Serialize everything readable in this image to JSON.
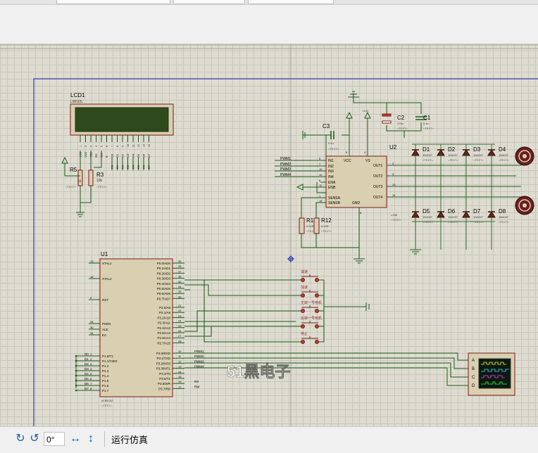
{
  "statusbar": {
    "rotation_value": "0°",
    "run_sim_label": "运行仿真"
  },
  "schematic": {
    "lcd": {
      "ref": "LCD1",
      "part": "LM016L",
      "text": "<TEXT>",
      "pins": [
        "VSS",
        "VDD",
        "VEE",
        "RS",
        "RW",
        "E",
        "D0",
        "D1",
        "D2",
        "D3",
        "D4",
        "D5",
        "D6",
        "D7"
      ],
      "pin_nums": [
        "1",
        "2",
        "3",
        "4",
        "5",
        "6",
        "7",
        "8",
        "9",
        "10",
        "11",
        "12",
        "13",
        "14"
      ]
    },
    "r5": {
      "ref": "R5",
      "value": "1k",
      "text": "<TEXT>"
    },
    "r3": {
      "ref": "R3",
      "value": "10k",
      "text": "<TEXT>"
    },
    "driver": {
      "ref": "U2",
      "part": "L298",
      "text": "<TEXT>",
      "left_pins": [
        "IN1",
        "IN2",
        "IN3",
        "IN4",
        "ENA",
        "ENB",
        "SENSA",
        "SENSB"
      ],
      "left_nums": [
        "5",
        "7",
        "10",
        "12",
        "6",
        "11",
        "1",
        "15"
      ],
      "top_pins": [
        "VCC",
        "VS"
      ],
      "right_pins": [
        "OUT1",
        "OUT2",
        "OUT3",
        "OUT4"
      ],
      "right_nums": [
        "2",
        "3",
        "13",
        "14"
      ],
      "gnd": "GND",
      "gnd_num": "8",
      "vcc_num": "9",
      "vs_num": "4"
    },
    "pwm_labels": [
      "PWM1",
      "PWM2",
      "PWM3",
      "PWM4"
    ],
    "v12": "+12V",
    "c1": {
      "ref": "C1",
      "value": "0.1u",
      "text": "<TEXT>"
    },
    "c2": {
      "ref": "C2",
      "value": "470u",
      "text": "<TEXT>"
    },
    "c3": {
      "ref": "C3",
      "value": "0.1u",
      "text": "<TEXT>"
    },
    "r1": {
      "ref": "R1",
      "value": "0.22R",
      "text": "<TEXT>"
    },
    "r12": {
      "ref": "R12",
      "value": "0.22R",
      "text": "<TEXT>"
    },
    "diodes_top": [
      {
        "ref": "D1",
        "part": "1N4007",
        "text": "<TEXT>"
      },
      {
        "ref": "D2",
        "part": "1N4007",
        "text": "<TEXT>"
      },
      {
        "ref": "D3",
        "part": "1N4007",
        "text": "<TEXT>"
      },
      {
        "ref": "D4",
        "part": "1N4007",
        "text": "<TEXT>"
      }
    ],
    "diodes_bottom": [
      {
        "ref": "D5",
        "part": "1N4007",
        "text": "<TEXT>"
      },
      {
        "ref": "D6",
        "part": "1N4007",
        "text": "<TEXT>"
      },
      {
        "ref": "D7",
        "part": "1N4007",
        "text": "<TEXT>"
      },
      {
        "ref": "D8",
        "part": "1N4007",
        "text": "<TEXT>"
      }
    ],
    "mcu": {
      "ref": "U1",
      "part": "AT89C52",
      "text": "<TEXT>",
      "left_pins": [
        "XTAL1",
        "XTAL2",
        "RST",
        "PSEN",
        "ALE",
        "EA",
        "P1.0/T2",
        "P1.1/T2EX",
        "P1.2",
        "P1.3",
        "P1.4",
        "P1.5",
        "P1.6",
        "P1.7"
      ],
      "left_nums": [
        "19",
        "18",
        "9",
        "29",
        "30",
        "31",
        "1",
        "2",
        "3",
        "4",
        "5",
        "6",
        "7",
        "8"
      ],
      "right_pins": [
        "P0.0/AD0",
        "P0.1/AD1",
        "P0.2/AD2",
        "P0.3/AD3",
        "P0.4/AD4",
        "P0.5/AD5",
        "P0.6/AD6",
        "P0.7/AD7",
        "P2.0/A8",
        "P2.1/A9",
        "P2.2/A10",
        "P2.3/A11",
        "P2.4/A12",
        "P2.5/A13",
        "P2.6/A14",
        "P2.7/A15",
        "P3.0/RXD",
        "P3.1/TXD",
        "P3.2/INT0",
        "P3.3/INT1",
        "P3.4/T0",
        "P3.5/T1",
        "P3.6/WR",
        "P3.7/RD"
      ],
      "right_nums": [
        "39",
        "38",
        "37",
        "36",
        "35",
        "34",
        "33",
        "32",
        "21",
        "22",
        "23",
        "24",
        "25",
        "26",
        "27",
        "28",
        "10",
        "11",
        "12",
        "13",
        "14",
        "15",
        "16",
        "17"
      ],
      "d_labels": [
        "D0",
        "D1",
        "D2",
        "D3",
        "D4",
        "D5",
        "D6",
        "D7"
      ],
      "p3_labels": [
        "PWM1",
        "PWM2",
        "PWM3",
        "PWM4",
        "",
        "",
        "RS",
        "RW",
        "E"
      ]
    },
    "buttons": [
      "减速",
      "加速",
      "正转一号电机",
      "反转一号电机",
      "停止"
    ],
    "scope_channels": [
      "A",
      "B",
      "C",
      "D"
    ],
    "watermark": "51黑电子"
  }
}
